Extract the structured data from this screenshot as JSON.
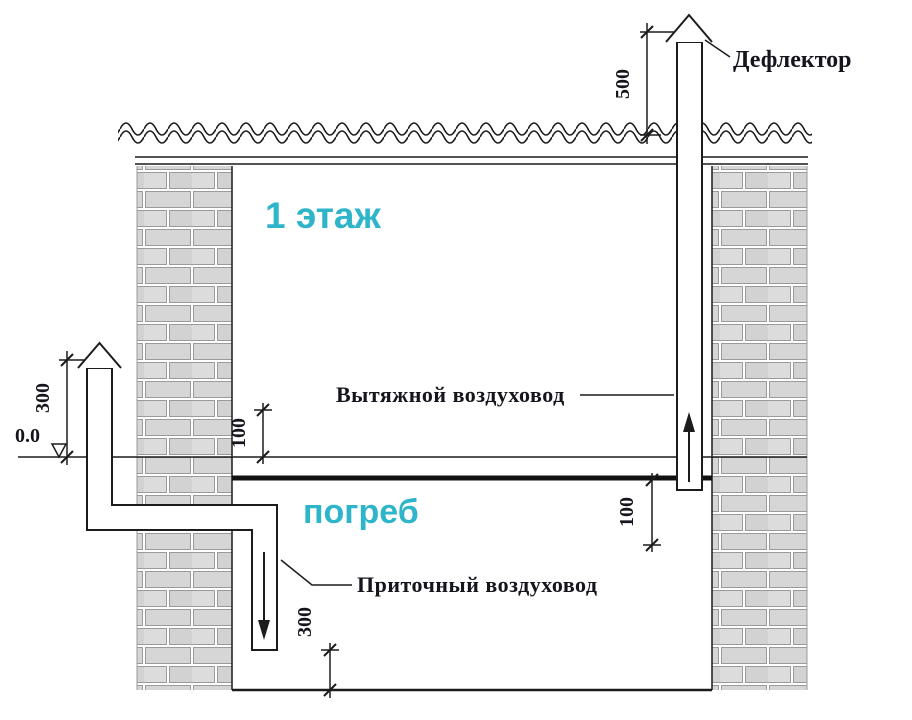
{
  "labels": {
    "floor_1": "1 этаж",
    "cellar": "погреб",
    "deflector": "Дефлектор",
    "exhaust_duct": "Вытяжной воздуховод",
    "supply_duct": "Приточный воздуховод",
    "ground_level": "0.0"
  },
  "dimensions": {
    "deflector_stack_height": "500",
    "supply_cap_height": "300",
    "ceiling_offset": "100",
    "exhaust_outlet_drop": "100",
    "supply_outlet_height": "300"
  },
  "colors": {
    "accent_cyan": "#2eb5c9",
    "line": "#1c1c1c",
    "brick_fill": "#d6d6d6",
    "brick_stroke": "#9a9a9a"
  }
}
